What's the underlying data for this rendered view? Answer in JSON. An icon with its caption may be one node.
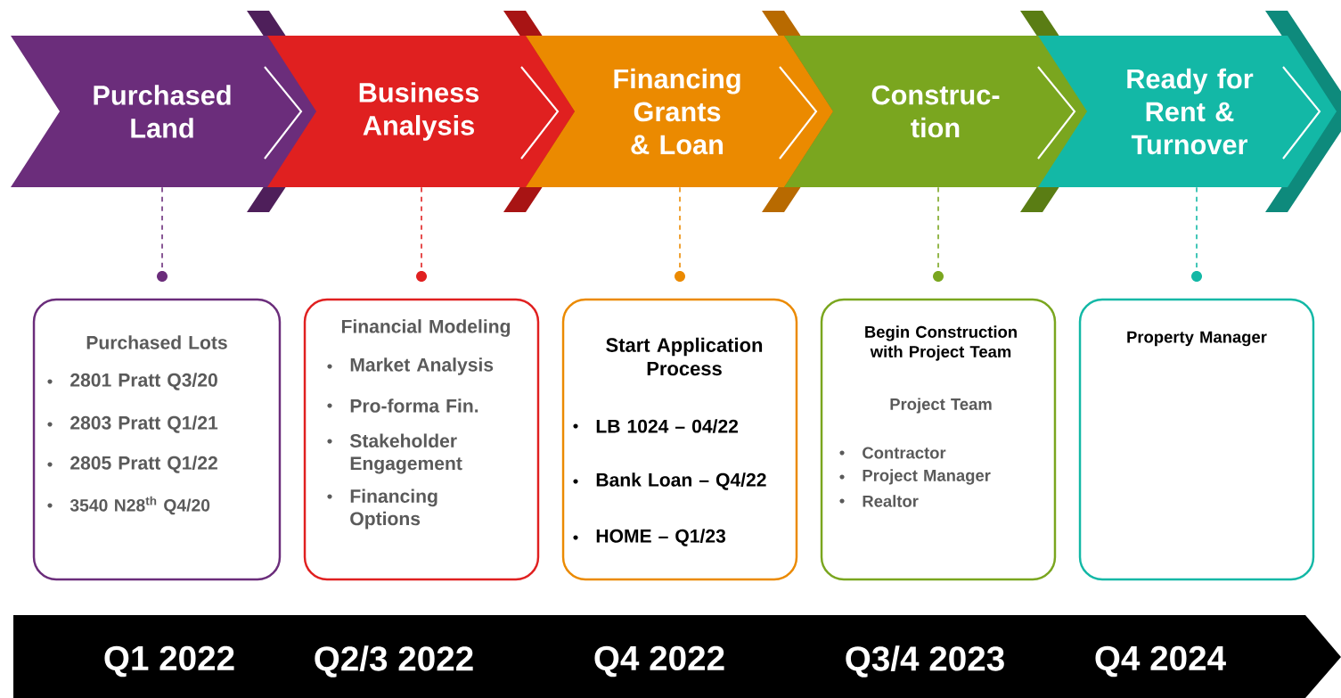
{
  "diagram": {
    "nodes": [
      {
        "text": [
          "Purchased Land"
        ]
      },
      {
        "text": [
          "Business Analysis"
        ]
      },
      {
        "text": [
          "Financing Grants & Loan"
        ]
      },
      {
        "text": [
          "Construc-tion"
        ]
      },
      {
        "text": [
          "Ready for Rent & Turnover"
        ]
      },
      {
        "text": [],
        "shape": "circle"
      },
      {
        "text": [],
        "shape": "circle"
      },
      {
        "text": [],
        "shape": "circle"
      },
      {
        "text": [],
        "shape": "circle"
      },
      {
        "text": [],
        "shape": "circle"
      },
      {
        "text": [
          "Purchased Lots",
          "2801 Pratt Q3/20",
          "2803 Pratt Q1/21",
          "2805 Pratt Q1/22",
          "3540 N28$^{th}$ Q4/20"
        ]
      },
      {
        "text": [
          "Financial Modeling",
          "Market Analysis",
          "Pro-forma Fin.",
          "Stakeholder Engagement",
          "Financing Options"
        ]
      },
      {
        "text": [
          "Start Application Process",
          "LB 1024 – 04/22",
          "Bank Loan – Q4/22",
          "HOME – Q1/23"
        ]
      },
      {
        "text": [
          "Begin Construction with Project Team",
          "Project Team",
          "Contractor",
          "Project Manager",
          "Realtor"
        ]
      },
      {
        "text": [
          "Property Manager"
        ]
      },
      {
        "text": [
          "Q1 2022",
          "Q2/3 2022",
          "Q4 2022",
          "Q3/4 2023",
          "Q4 2024"
        ]
      }
    ],
    "edges": [
      {
        "from": 0,
        "to": 5,
        "arrow": "none",
        "style": "dashed",
        "color": "#6b2d7b"
      },
      {
        "from": 1,
        "to": 6,
        "arrow": "none",
        "style": "dashed",
        "color": "#e02020"
      },
      {
        "from": 2,
        "to": 7,
        "arrow": "none",
        "style": "dashed",
        "color": "#eb8a00"
      },
      {
        "from": 3,
        "to": 8,
        "arrow": "none",
        "style": "dashed",
        "color": "#7aa61f"
      },
      {
        "from": 4,
        "to": 9,
        "arrow": "none",
        "style": "dashed",
        "color": "#13b8a6"
      }
    ]
  }
}
